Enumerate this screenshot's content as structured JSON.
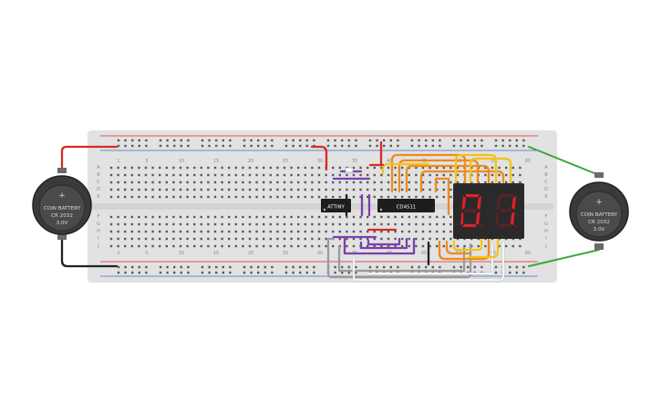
{
  "colors": {
    "board": "#e2e2e2",
    "hole": "#5a5a5a",
    "rail_red": "#d6262b",
    "rail_blue": "#3a6fc4",
    "wire_red": "#d62b23",
    "wire_black": "#222222",
    "wire_green": "#38a838",
    "wire_orange": "#f08a1d",
    "wire_yellow": "#f2c417",
    "wire_purple": "#7b3fb0",
    "wire_gray": "#9a9a9a",
    "wire_white": "#f4f4f4",
    "chip": "#1d1d1d",
    "display": "#2a2a2a",
    "segment_on": "#e4202a",
    "segment_off": "#5a2226",
    "battery": "#3a3a3a"
  },
  "breadboard": {
    "column_numbers_top": [
      "1",
      "5",
      "10",
      "15",
      "20",
      "25",
      "30",
      "35",
      "40",
      "45",
      "50",
      "55",
      "60"
    ],
    "column_numbers_bottom": [
      "1",
      "5",
      "10",
      "15",
      "20",
      "25",
      "30",
      "35",
      "40",
      "45",
      "50",
      "55",
      "60"
    ],
    "row_letters_top": [
      "A",
      "B",
      "C",
      "D",
      "E"
    ],
    "row_letters_bottom": [
      "F",
      "G",
      "H",
      "I",
      "J"
    ]
  },
  "battery_left": {
    "line1": "COIN BATTERY",
    "line2": "CR 2032",
    "line3": "3.0V",
    "plus": "+"
  },
  "battery_right": {
    "line1": "COIN BATTERY",
    "line2": "CR 2032",
    "line3": "3.0V",
    "plus": "+"
  },
  "chips": {
    "attiny": "ATTINY",
    "decoder": "CD4511"
  },
  "display": {
    "digit_left": "0",
    "digit_right": "1"
  }
}
